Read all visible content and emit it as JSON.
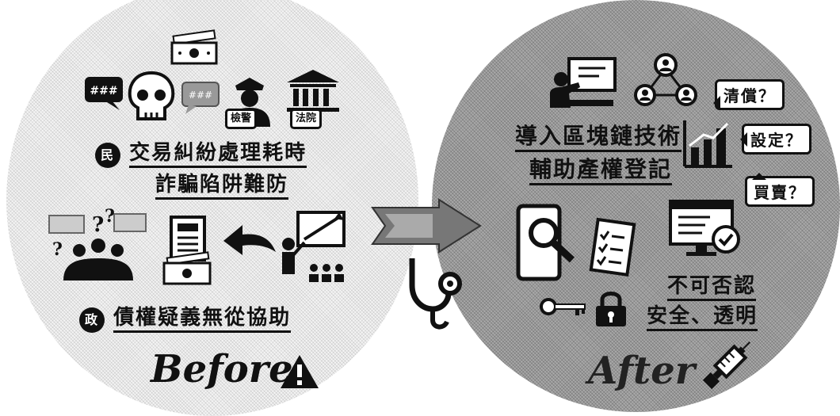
{
  "before": {
    "top_icon_labels": [
      "檢警",
      "法院"
    ],
    "people_badge": "民",
    "people_lines": [
      "交易糾紛處理耗時",
      "詐騙陷阱難防"
    ],
    "gov_badge": "政",
    "gov_line": "債權疑義無從協助",
    "caption": "Before"
  },
  "after": {
    "headline_lines": [
      "導入區塊鏈技術",
      "輔助產權登記"
    ],
    "bubbles": [
      "清償？",
      "設定？",
      "買賣？"
    ],
    "benefit_lines": [
      "不可否認",
      "安全、透明"
    ],
    "caption": "After"
  },
  "icons": [
    "money-icon",
    "speech-bubble-icon",
    "skull-icon",
    "police-icon",
    "court-building-icon",
    "question-group-icon",
    "document-icon",
    "back-arrow-icon",
    "presenter-icon",
    "arrow-right-icon",
    "stethoscope-icon",
    "teacher-board-icon",
    "network-people-icon",
    "bar-chart-icon",
    "phone-search-icon",
    "checklist-icon",
    "monitor-check-icon",
    "key-icon",
    "lock-icon",
    "syringe-icon",
    "warning-icon"
  ]
}
